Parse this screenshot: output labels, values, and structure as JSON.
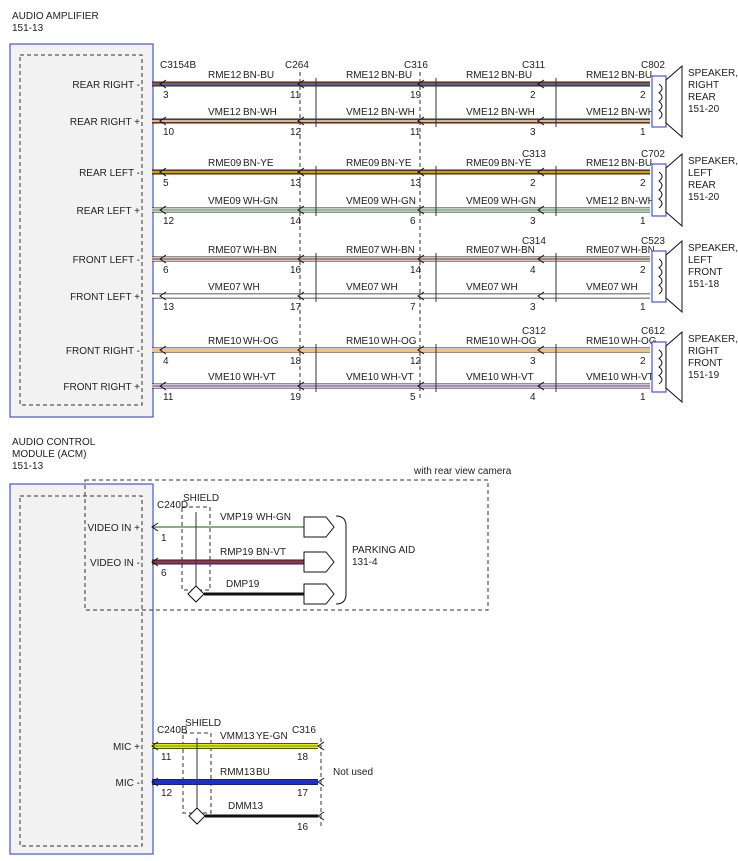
{
  "amplifier": {
    "title": "AUDIO AMPLIFIER",
    "ref": "151-13",
    "pins": [
      "REAR RIGHT -",
      "REAR RIGHT +",
      "REAR LEFT -",
      "REAR LEFT +",
      "FRONT LEFT -",
      "FRONT LEFT +",
      "FRONT RIGHT -",
      "FRONT RIGHT +"
    ]
  },
  "connectors_top": [
    "C3154B",
    "C264",
    "C316",
    "C311",
    "C802",
    "C313",
    "C702",
    "C314",
    "C523",
    "C312",
    "C612"
  ],
  "circuits": [
    {
      "seg": [
        [
          "RME12",
          "BN-BU"
        ],
        [
          "RME12",
          "BN-BU"
        ],
        [
          "RME12",
          "BN-BU"
        ],
        [
          "RME12",
          "BN-BU"
        ]
      ],
      "pins": [
        "3",
        "11",
        "19",
        "2",
        "2"
      ],
      "colors": [
        "#7a3b1c",
        "#4a7ad8"
      ]
    },
    {
      "seg": [
        [
          "VME12",
          "BN-WH"
        ],
        [
          "VME12",
          "BN-WH"
        ],
        [
          "VME12",
          "BN-WH"
        ],
        [
          "VME12",
          "BN-WH"
        ]
      ],
      "pins": [
        "10",
        "12",
        "11",
        "3",
        "1"
      ],
      "colors": [
        "#7a3b1c",
        "#ffffff"
      ]
    },
    {
      "seg": [
        [
          "RME09",
          "BN-YE"
        ],
        [
          "RME09",
          "BN-YE"
        ],
        [
          "RME09",
          "BN-YE"
        ],
        [
          "RME12",
          "BN-BU"
        ]
      ],
      "pins": [
        "5",
        "13",
        "13",
        "2",
        "2"
      ],
      "colors": [
        "#7a3b1c",
        "#f2e600"
      ]
    },
    {
      "seg": [
        [
          "VME09",
          "WH-GN"
        ],
        [
          "VME09",
          "WH-GN"
        ],
        [
          "VME09",
          "WH-GN"
        ],
        [
          "VME12",
          "BN-WH"
        ]
      ],
      "pins": [
        "12",
        "14",
        "6",
        "3",
        "1"
      ],
      "colors": [
        "#ffffff",
        "#3aa03a"
      ]
    },
    {
      "seg": [
        [
          "RME07",
          "WH-BN"
        ],
        [
          "RME07",
          "WH-BN"
        ],
        [
          "RME07",
          "WH-BN"
        ],
        [
          "RME07",
          "WH-BN"
        ]
      ],
      "pins": [
        "6",
        "16",
        "14",
        "4",
        "2"
      ],
      "colors": [
        "#ffffff",
        "#7a3b1c"
      ]
    },
    {
      "seg": [
        [
          "VME07",
          "WH"
        ],
        [
          "VME07",
          "WH"
        ],
        [
          "VME07",
          "WH"
        ],
        [
          "VME07",
          "WH"
        ]
      ],
      "pins": [
        "13",
        "17",
        "7",
        "3",
        "1"
      ],
      "colors": [
        "#ffffff",
        "#ffffff"
      ]
    },
    {
      "seg": [
        [
          "RME10",
          "WH-OG"
        ],
        [
          "RME10",
          "WH-OG"
        ],
        [
          "RME10",
          "WH-OG"
        ],
        [
          "RME10",
          "WH-OG"
        ]
      ],
      "pins": [
        "4",
        "18",
        "12",
        "3",
        "2"
      ],
      "colors": [
        "#ffffff",
        "#f0a000"
      ]
    },
    {
      "seg": [
        [
          "VME10",
          "WH-VT"
        ],
        [
          "VME10",
          "WH-VT"
        ],
        [
          "VME10",
          "WH-VT"
        ],
        [
          "VME10",
          "WH-VT"
        ]
      ],
      "pins": [
        "11",
        "19",
        "5",
        "4",
        "1"
      ],
      "colors": [
        "#ffffff",
        "#8a3ab9"
      ]
    }
  ],
  "speakers": [
    {
      "lines": [
        "SPEAKER,",
        "RIGHT",
        "REAR",
        "151-20"
      ]
    },
    {
      "lines": [
        "SPEAKER,",
        "LEFT",
        "REAR",
        "151-20"
      ]
    },
    {
      "lines": [
        "SPEAKER,",
        "LEFT",
        "FRONT",
        "151-18"
      ]
    },
    {
      "lines": [
        "SPEAKER,",
        "RIGHT",
        "FRONT",
        "151-19"
      ]
    }
  ],
  "acm": {
    "title1": "AUDIO CONTROL",
    "title2": "MODULE (ACM)",
    "ref": "151-13",
    "camera_note": "with rear view camera",
    "connector": "C240D",
    "shield": "SHIELD",
    "video": [
      {
        "pin_label": "VIDEO IN +",
        "pin": "1",
        "circuit": "VMP19",
        "color": "WH-GN"
      },
      {
        "pin_label": "VIDEO IN -",
        "pin": "6",
        "circuit": "RMP19",
        "color": "BN-VT"
      }
    ],
    "drain": "DMP19",
    "parking_aid": "PARKING AID",
    "parking_ref": "131-4",
    "mic_connector": "C240B",
    "mic_shield": "SHIELD",
    "mic_far_connector": "C316",
    "mic": [
      {
        "pin_label": "MIC +",
        "pin": "11",
        "circuit": "VMM13",
        "color": "YE-GN",
        "far_pin": "18"
      },
      {
        "pin_label": "MIC -",
        "pin": "12",
        "circuit": "RMM13",
        "color": "BU",
        "far_pin": "17"
      }
    ],
    "mic_drain": "DMM13",
    "mic_drain_pin": "16",
    "not_used": "Not used"
  },
  "style_colors": {
    "module_border": "#4a55c8",
    "module_fill": "#f2f2f2",
    "wire_black": "#111111",
    "wire_blue": "#1a2fd0",
    "wire_yellow": "#f2e600"
  }
}
